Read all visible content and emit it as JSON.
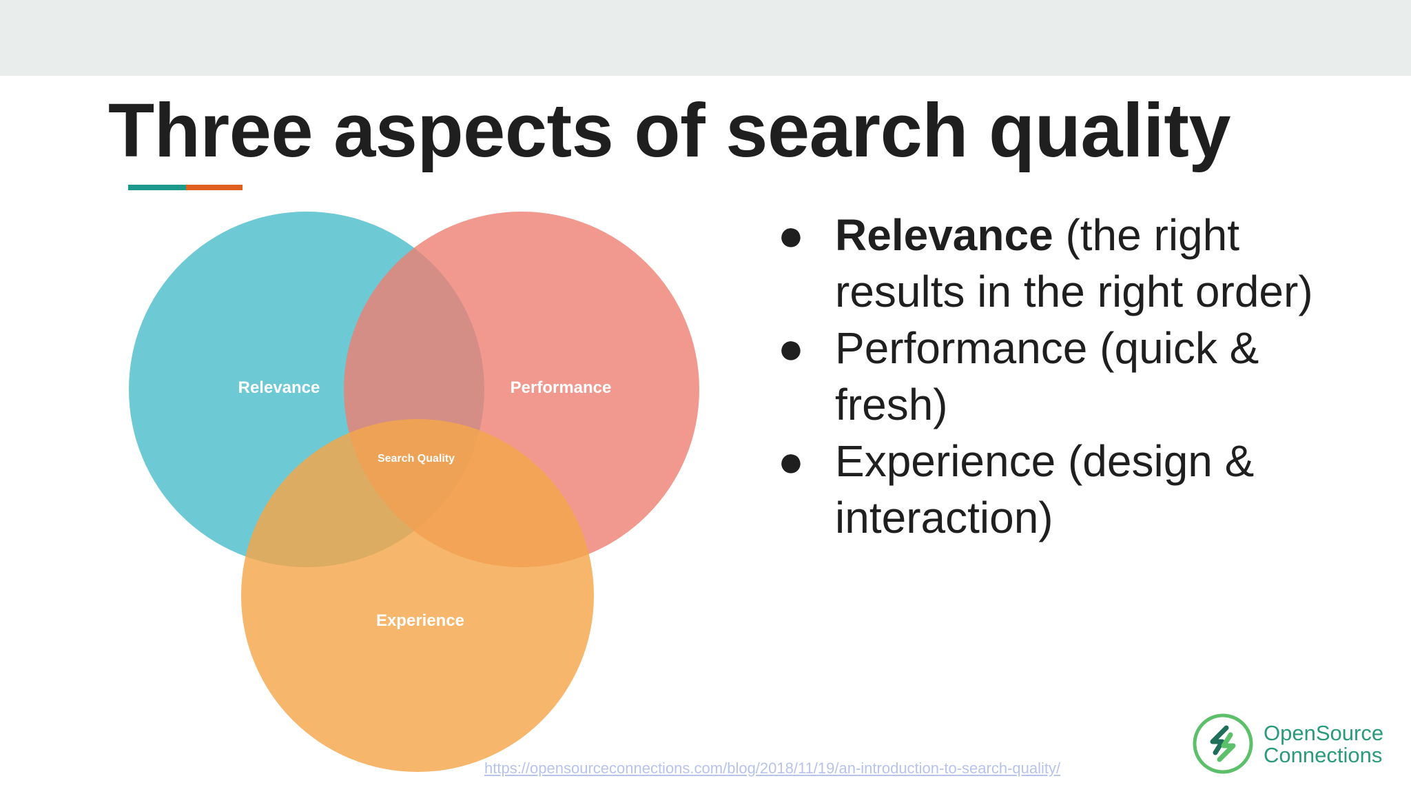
{
  "slide": {
    "title": "Three aspects of search quality",
    "accent_colors": [
      "#1b9a8c",
      "#e2601d"
    ]
  },
  "venn": {
    "circles": [
      {
        "label": "Relevance",
        "color": "#53c0cb"
      },
      {
        "label": "Performance",
        "color": "#ee8073"
      },
      {
        "label": "Experience",
        "color": "#f4a64a"
      }
    ],
    "center_label": "Search Quality"
  },
  "bullets": [
    {
      "strong": "Relevance",
      "rest": " (the right results in the right order)"
    },
    {
      "strong": "",
      "rest": "Performance (quick & fresh)"
    },
    {
      "strong": "",
      "rest": "Experience (design & interaction)"
    }
  ],
  "bullet_glyph": "●",
  "source_link": "https://opensourceconnections.com/blog/2018/11/19/an-introduction-to-search-quality/",
  "logo": {
    "line1": "OpenSource",
    "line2": "Connections",
    "color": "#2a9a7c",
    "icon": "opensource-connections-logo-icon"
  }
}
